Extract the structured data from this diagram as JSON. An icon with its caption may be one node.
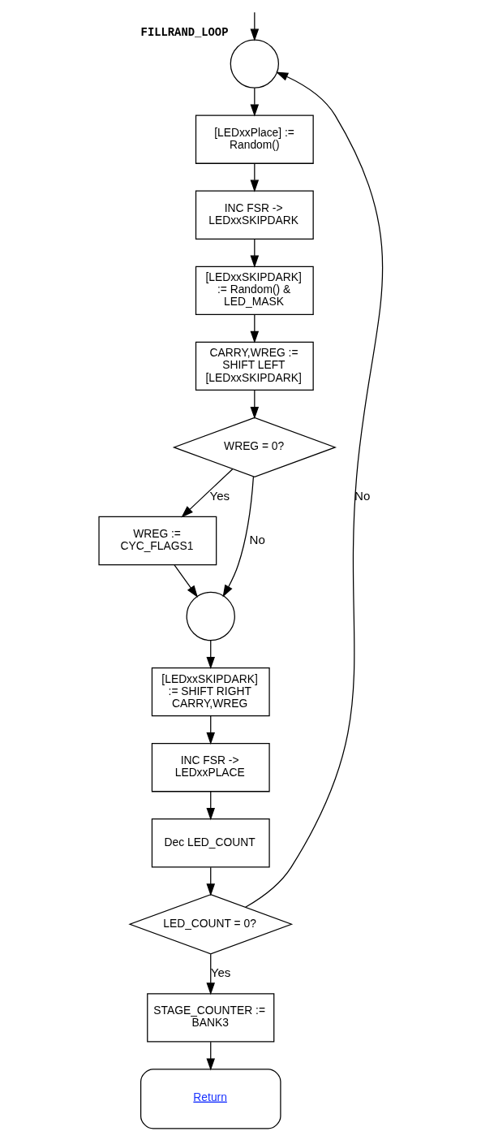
{
  "diagram": {
    "nodes": [
      {
        "text": [],
        "shape": "circle",
        "beside": [
          "FILLRAND_LOOP"
        ]
      },
      {
        "text": [
          "[LEDxxPlace] := Random()"
        ]
      },
      {
        "text": [
          "INC FSR -> LEDxxSKIPDARK"
        ]
      },
      {
        "text": [
          "[LEDxxSKIPDARK] := Random() & LED_MASK"
        ]
      },
      {
        "text": [
          "CARRY,WREG := SHIFT LEFT [LEDxxSKIPDARK]"
        ]
      },
      {
        "text": [
          "WREG = 0?"
        ]
      },
      {
        "text": [
          "WREG := CYC_FLAGS1"
        ]
      },
      {
        "text": [],
        "shape": "circle"
      },
      {
        "text": [
          "[LEDxxSKIPDARK] := SHIFT RIGHT CARRY,WREG"
        ]
      },
      {
        "text": [
          "INC FSR -> LEDxxPLACE"
        ]
      },
      {
        "text": [
          "Dec LED_COUNT"
        ]
      },
      {
        "text": [
          "LED_COUNT = 0?"
        ]
      },
      {
        "text": [
          "STAGE_COUNTER := BANK3"
        ]
      },
      {
        "text": [
          "Return"
        ]
      }
    ],
    "edges": [
      {
        "from": null,
        "to": 0,
        "arrow": "to"
      },
      {
        "from": 0,
        "to": 1,
        "arrow": "to"
      },
      {
        "from": 1,
        "to": 2,
        "arrow": "to"
      },
      {
        "from": 2,
        "to": 3,
        "arrow": "to"
      },
      {
        "from": 3,
        "to": 4,
        "arrow": "to"
      },
      {
        "from": 4,
        "to": 5,
        "arrow": "to"
      },
      {
        "from": 5,
        "to": 6,
        "label": "Yes",
        "arrow": "to"
      },
      {
        "from": 5,
        "to": 7,
        "label": "No",
        "arrow": "to"
      },
      {
        "from": 6,
        "to": 7,
        "arrow": "to"
      },
      {
        "from": 7,
        "to": 8,
        "arrow": "to"
      },
      {
        "from": 8,
        "to": 9,
        "arrow": "to"
      },
      {
        "from": 9,
        "to": 10,
        "arrow": "to"
      },
      {
        "from": 10,
        "to": 11,
        "arrow": "to"
      },
      {
        "from": 11,
        "to": 0,
        "label": "No",
        "arrow": "to"
      },
      {
        "from": 11,
        "to": 12,
        "label": "Yes",
        "arrow": "to"
      },
      {
        "from": 12,
        "to": 13,
        "arrow": "to"
      }
    ]
  }
}
